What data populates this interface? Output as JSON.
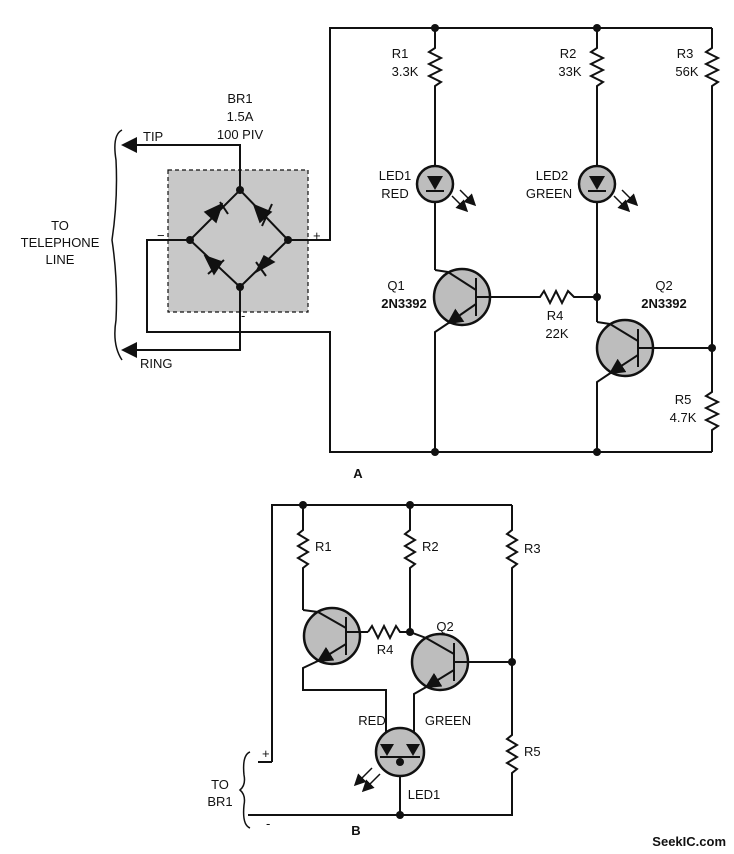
{
  "circuit_a": {
    "caption": "A",
    "bridge": {
      "name": "BR1",
      "rating1": "1.5A",
      "rating2": "100 PIV"
    },
    "line": {
      "tip": "TIP",
      "ring": "RING",
      "to1": "TO",
      "to2": "TELEPHONE",
      "to3": "LINE"
    },
    "signs": {
      "plus": "+",
      "minus": "−",
      "minus2": "-"
    },
    "r1": {
      "name": "R1",
      "value": "3.3K"
    },
    "r2": {
      "name": "R2",
      "value": "33K"
    },
    "r3": {
      "name": "R3",
      "value": "56K"
    },
    "r4": {
      "name": "R4",
      "value": "22K"
    },
    "r5": {
      "name": "R5",
      "value": "4.7K"
    },
    "led1": {
      "name": "LED1",
      "color": "RED"
    },
    "led2": {
      "name": "LED2",
      "color": "GREEN"
    },
    "q1": {
      "name": "Q1",
      "part": "2N3392"
    },
    "q2": {
      "name": "Q2",
      "part": "2N3392"
    }
  },
  "circuit_b": {
    "caption": "B",
    "r1": "R1",
    "r2": "R2",
    "r3": "R3",
    "r4": "R4",
    "r5": "R5",
    "q2": "Q2",
    "red": "RED",
    "green": "GREEN",
    "led": "LED1",
    "to1": "TO",
    "to2": "BR1",
    "plus": "+",
    "minus": "-"
  },
  "watermark": "SeekIC.com"
}
